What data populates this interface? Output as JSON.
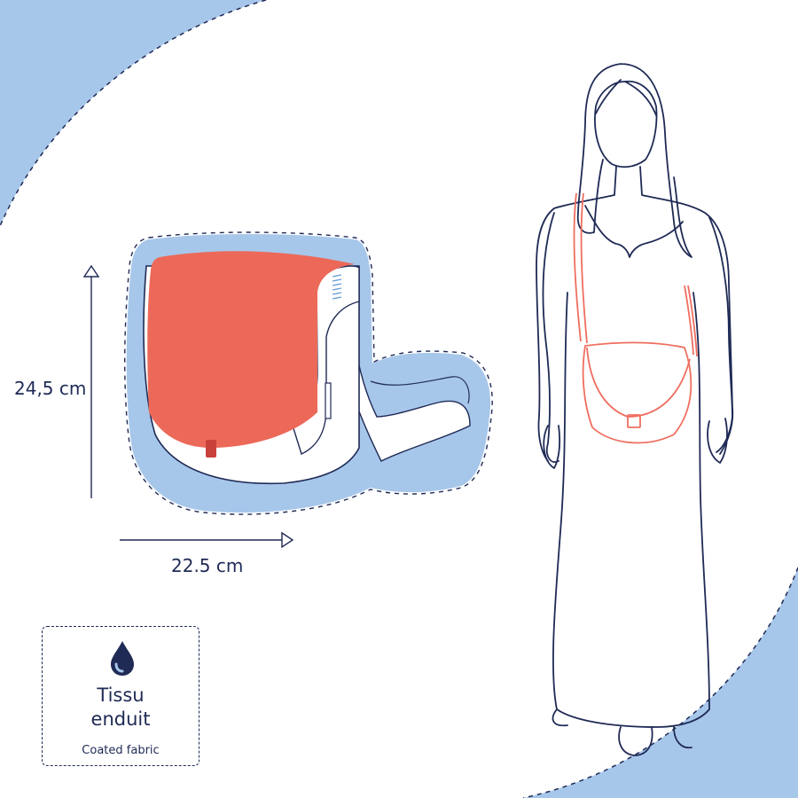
{
  "dimensions": {
    "height_label": "24,5 cm",
    "width_label": "22.5 cm"
  },
  "material": {
    "name_fr_line1": "Tissu",
    "name_fr_line2": "enduit",
    "name_en": "Coated fabric",
    "icon": "water-drop-icon"
  },
  "colors": {
    "background_blob": "#a7c7ea",
    "bag_flap": "#ec6959",
    "outline": "#1f2a55",
    "accent_strap": "#ef6e60"
  }
}
